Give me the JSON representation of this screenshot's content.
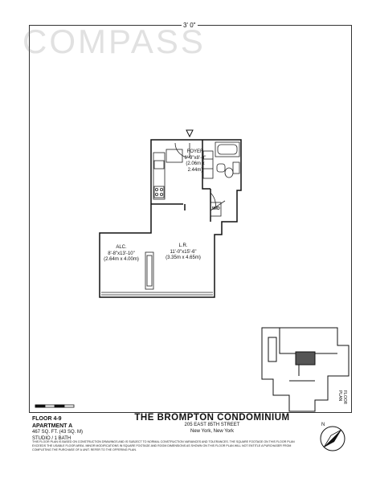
{
  "brand": {
    "watermark": "COMPASS"
  },
  "dimension_top": "3' 0\"",
  "rooms": {
    "foyer": {
      "name": "FOYER",
      "size_imperial": "6'-9\"x8'-0\"",
      "size_metric": "(2.06m x 2.44m)"
    },
    "alcove": {
      "name": "ALC.",
      "size_imperial": "8'-8\"x13'-10\"",
      "size_metric": "(2.64m x 4.00m)"
    },
    "living": {
      "name": "L.R.",
      "size_imperial": "11'-0\"x15'-6\"",
      "size_metric": "(3.35m x 4.65m)"
    },
    "washer_dryer": "W/D"
  },
  "title_block": {
    "floor": "FLOOR 4-9",
    "apartment": "APARTMENT A",
    "area": "467 SQ. FT. (43 SQ. M)",
    "rooms_count": "STUDIO / 1 BATH",
    "building": "THE BROMPTON CONDOMINIUM",
    "address": "205 EAST 85TH STREET",
    "city": "New York, New York",
    "disclaimer": "THIS FLOOR PLAN IS BASED ON CONSTRUCTION DRAWINGS AND IS SUBJECT TO NORMAL CONSTRUCTION VARIANCES AND TOLERANCES. THE SQUARE FOOTAGE ON THIS FLOOR PLAN EXCEEDS THE USABLE FLOOR AREA. MINOR MODIFICATIONS IN SQUARE FOOTAGE AND ROOM DIMENSIONS AS SHOWN ON THIS FLOOR PLAN WILL NOT ENTITLE A PURCHASER FROM COMPLETING THE PURCHASE OF A UNIT. REFER TO THE OFFERING PLAN.",
    "code": "FLOOR PLAN"
  },
  "compass_label": "N"
}
